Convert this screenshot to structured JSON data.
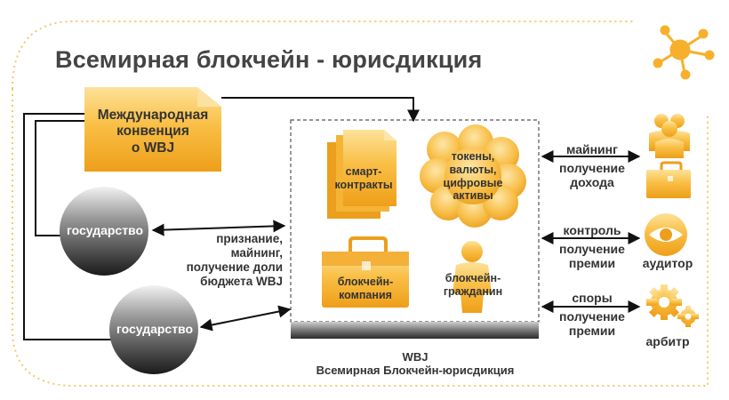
{
  "title": "Всемирная блокчейн - юрисдикция",
  "convention": {
    "line1": "Международная",
    "line2": "конвенция",
    "line3": "о WBJ"
  },
  "state_top": "государство",
  "state_bottom": "государство",
  "state_link": {
    "line1": "признание,",
    "line2": "майнинг,",
    "line3": "получение доли",
    "line4": "бюджета WBJ"
  },
  "center": {
    "contracts": {
      "line1": "смарт-",
      "line2": "контракты"
    },
    "tokens": {
      "line1": "токены,",
      "line2": "валюты,",
      "line3": "цифровые",
      "line4": "активы"
    },
    "company": {
      "line1": "блокчейн-",
      "line2": "компания"
    },
    "citizen": {
      "line1": "блокчейн-",
      "line2": "гражданин"
    }
  },
  "platform": {
    "line1": "WBJ",
    "line2": "Всемирная Блокчейн-юрисдикция"
  },
  "right": {
    "mining": {
      "line1": "майнинг",
      "line2": "получение",
      "line3": "дохода"
    },
    "control": {
      "line1": "контроль",
      "line2": "получение",
      "line3": "премии"
    },
    "disputes": {
      "line1": "споры",
      "line2": "получение",
      "line3": "премии"
    },
    "auditor": "аудитор",
    "arbiter": "арбитр"
  },
  "icons": [
    "network-icon",
    "people-group-icon",
    "briefcase-icon",
    "eye-icon",
    "gears-icon",
    "documents-icon",
    "coins-cluster-icon",
    "person-icon"
  ],
  "colors": {
    "orange_light": "#fcd27a",
    "orange": "#f7b02c",
    "orange_dark": "#e39412",
    "gray_dark": "#3a3a3a",
    "text": "#333333"
  }
}
